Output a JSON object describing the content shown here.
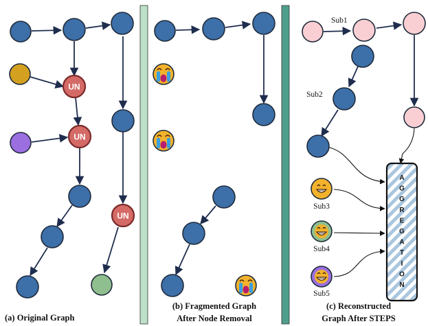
{
  "colors": {
    "node_blue": "#3d6fa8",
    "node_gold": "#d4a020",
    "node_purple": "#9b6fe0",
    "node_green": "#8fbf8f",
    "node_pink": "#f9cfd3",
    "node_un": "#d46a66",
    "divider_light": "#bfe0c8",
    "divider_dark": "#4f9e8c",
    "aggregation_stripe": "#a9c6de"
  },
  "icons": [
    "crying-face-icon",
    "grinning-face-icon"
  ],
  "panel_a": {
    "un_label_1": "UN",
    "un_label_2": "UN",
    "un_label_3": "UN",
    "caption": "(a) Original Graph"
  },
  "panel_b": {
    "caption_line1": "(b) Fragmented Graph",
    "caption_line2": "After Node Removal"
  },
  "panel_c": {
    "sub1": "Sub1",
    "sub2": "Sub2",
    "sub3": "Sub3",
    "sub4": "Sub4",
    "sub5": "Sub5",
    "aggregation_letters": [
      "A",
      "G",
      "G",
      "R",
      "E",
      "G",
      "A",
      "T",
      "I",
      "O",
      "N"
    ],
    "caption_line1": "(c) Reconstructed",
    "caption_line2": "Graph After STEPS"
  }
}
